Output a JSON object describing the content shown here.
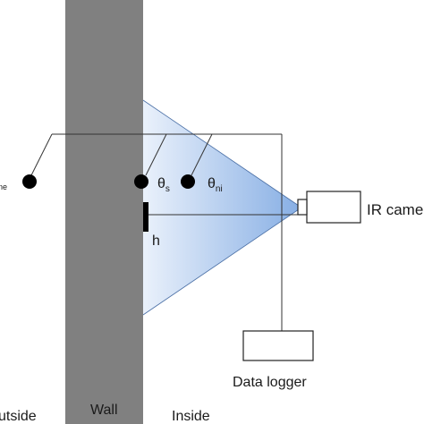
{
  "diagram": {
    "labels": {
      "outside": "utside",
      "wall": "Wall",
      "inside": "Inside",
      "theta_s": "θ",
      "theta_s_sub": "s",
      "theta_ni": "θ",
      "theta_ni_sub": "ni",
      "theta_ne_sub": "ne",
      "h": "h",
      "ir_camera": "IR camera",
      "data_logger": "Data logger"
    },
    "colors": {
      "wall": "#808080",
      "fov_light": "#eaf1fb",
      "fov_dark": "#86aee4",
      "sensor": "#000000",
      "line": "#333333"
    }
  }
}
